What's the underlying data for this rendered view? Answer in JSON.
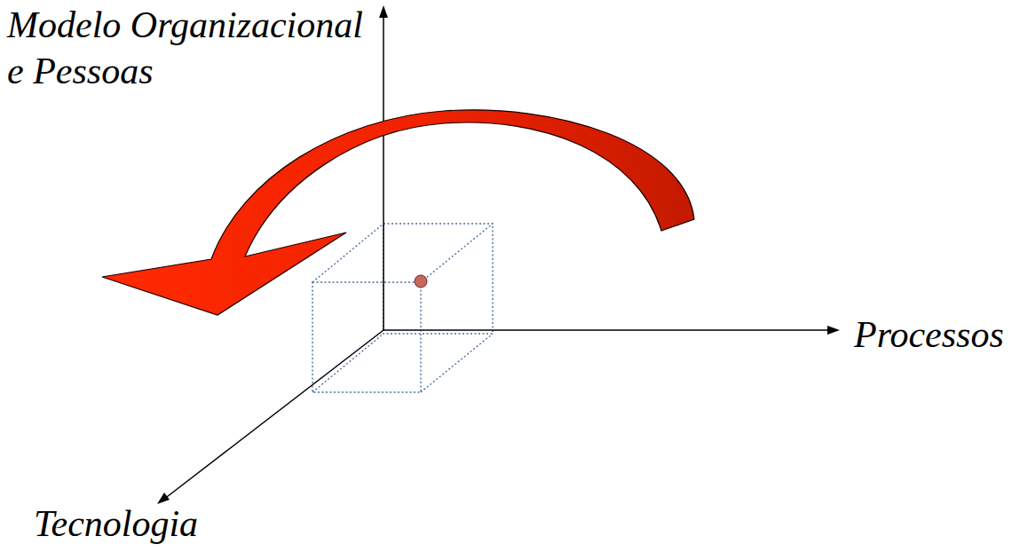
{
  "diagram": {
    "labels": [
      "Modelo Organizacional e Pessoas",
      "Processos",
      "Tecnologia"
    ]
  }
}
